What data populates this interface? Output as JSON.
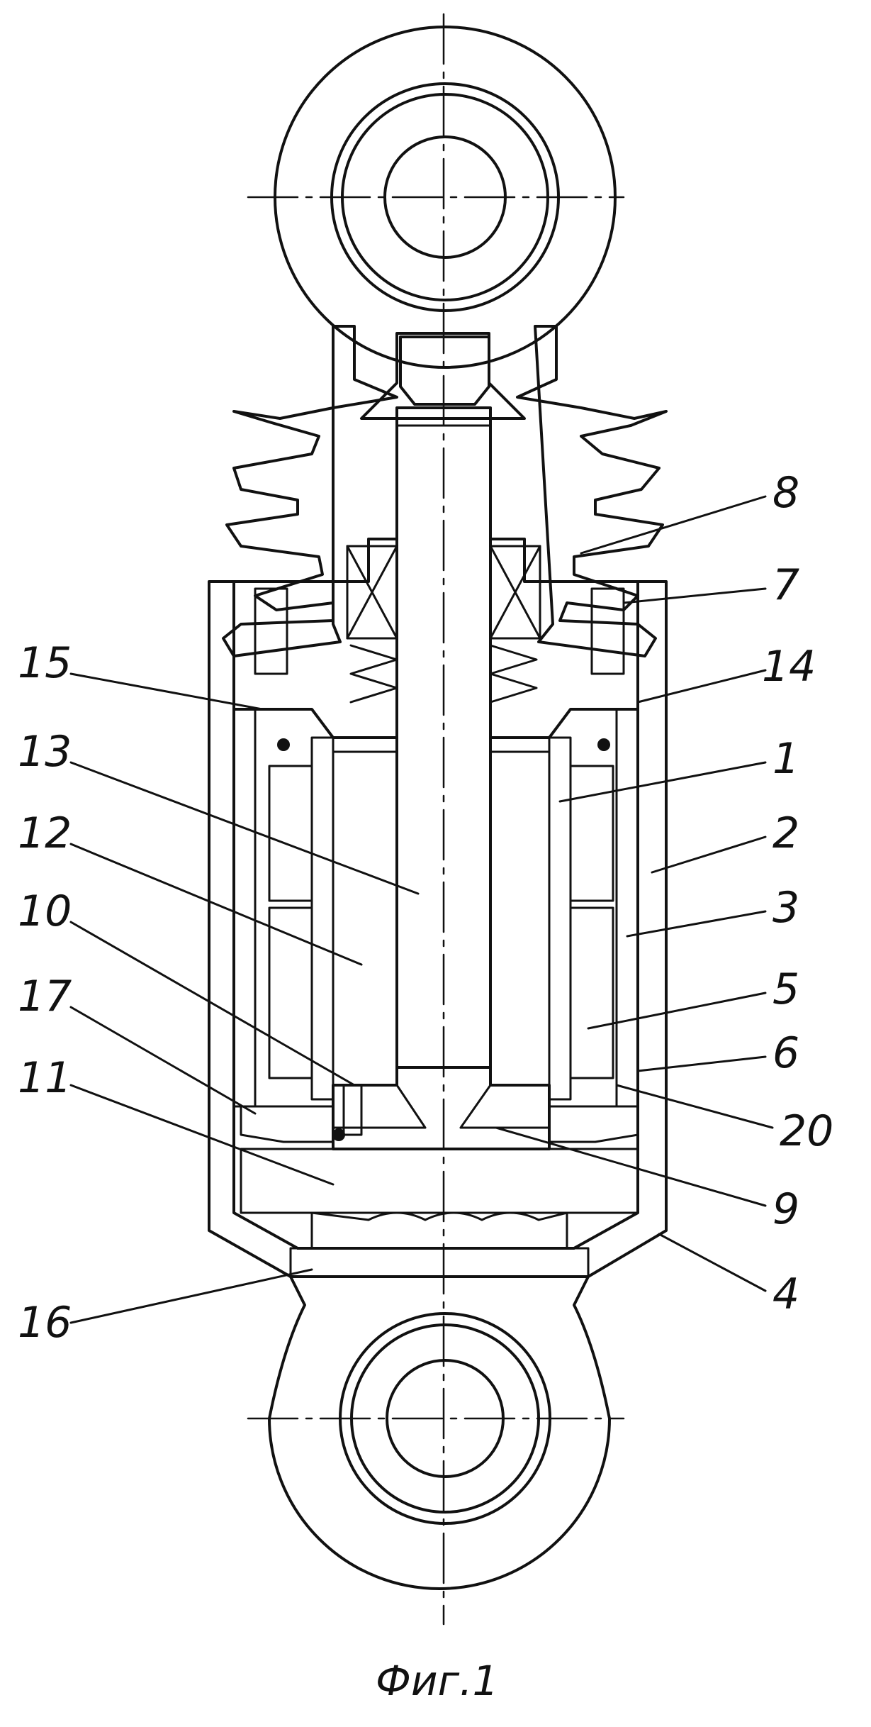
{
  "figure": {
    "caption": "Фиг.1",
    "labels": {
      "l1": "1",
      "l2": "2",
      "l3": "3",
      "l4": "4",
      "l5": "5",
      "l6": "6",
      "l7": "7",
      "l8": "8",
      "l9": "9",
      "l10": "10",
      "l11": "11",
      "l12": "12",
      "l13": "13",
      "l14": "14",
      "l15": "15",
      "l16": "16",
      "l17": "17",
      "l20": "20"
    }
  },
  "colors": {
    "ink": "#111111",
    "paper": "#ffffff"
  },
  "drawing": {
    "hatch": "diagonal-hatching",
    "fluid": "horizontal-dash-fill",
    "porous": "dotted-fill",
    "bellows": "crosshatch-fill"
  }
}
